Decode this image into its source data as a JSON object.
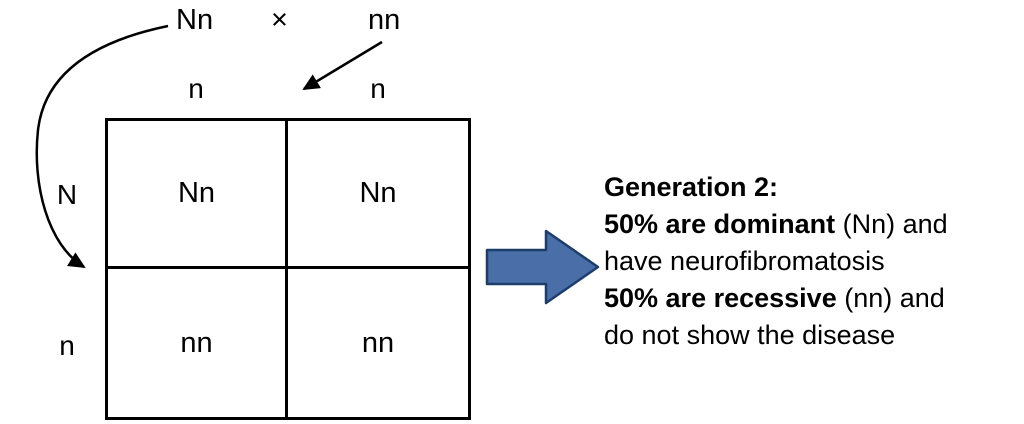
{
  "cross": {
    "parent1": "Nn",
    "times": "×",
    "parent2": "nn"
  },
  "punnett": {
    "col_headers": [
      "n",
      "n"
    ],
    "row_headers": [
      "N",
      "n"
    ],
    "cells": [
      [
        "Nn",
        "Nn"
      ],
      [
        "nn",
        "nn"
      ]
    ]
  },
  "caption": {
    "line1": {
      "bold": "Generation 2:",
      "rest": ""
    },
    "line2": {
      "bold": "50% are dominant",
      "rest": " (Nn) and"
    },
    "line3": {
      "bold": "",
      "rest": "have neurofibromatosis"
    },
    "line4": {
      "bold": "50% are recessive",
      "rest": " (nn) and"
    },
    "line5": {
      "bold": "",
      "rest": "do not show the disease"
    }
  },
  "colors": {
    "line_color": "#000000",
    "flow_arrow_fill": "#4a6fa8",
    "flow_arrow_stroke": "#1d3d6b"
  }
}
